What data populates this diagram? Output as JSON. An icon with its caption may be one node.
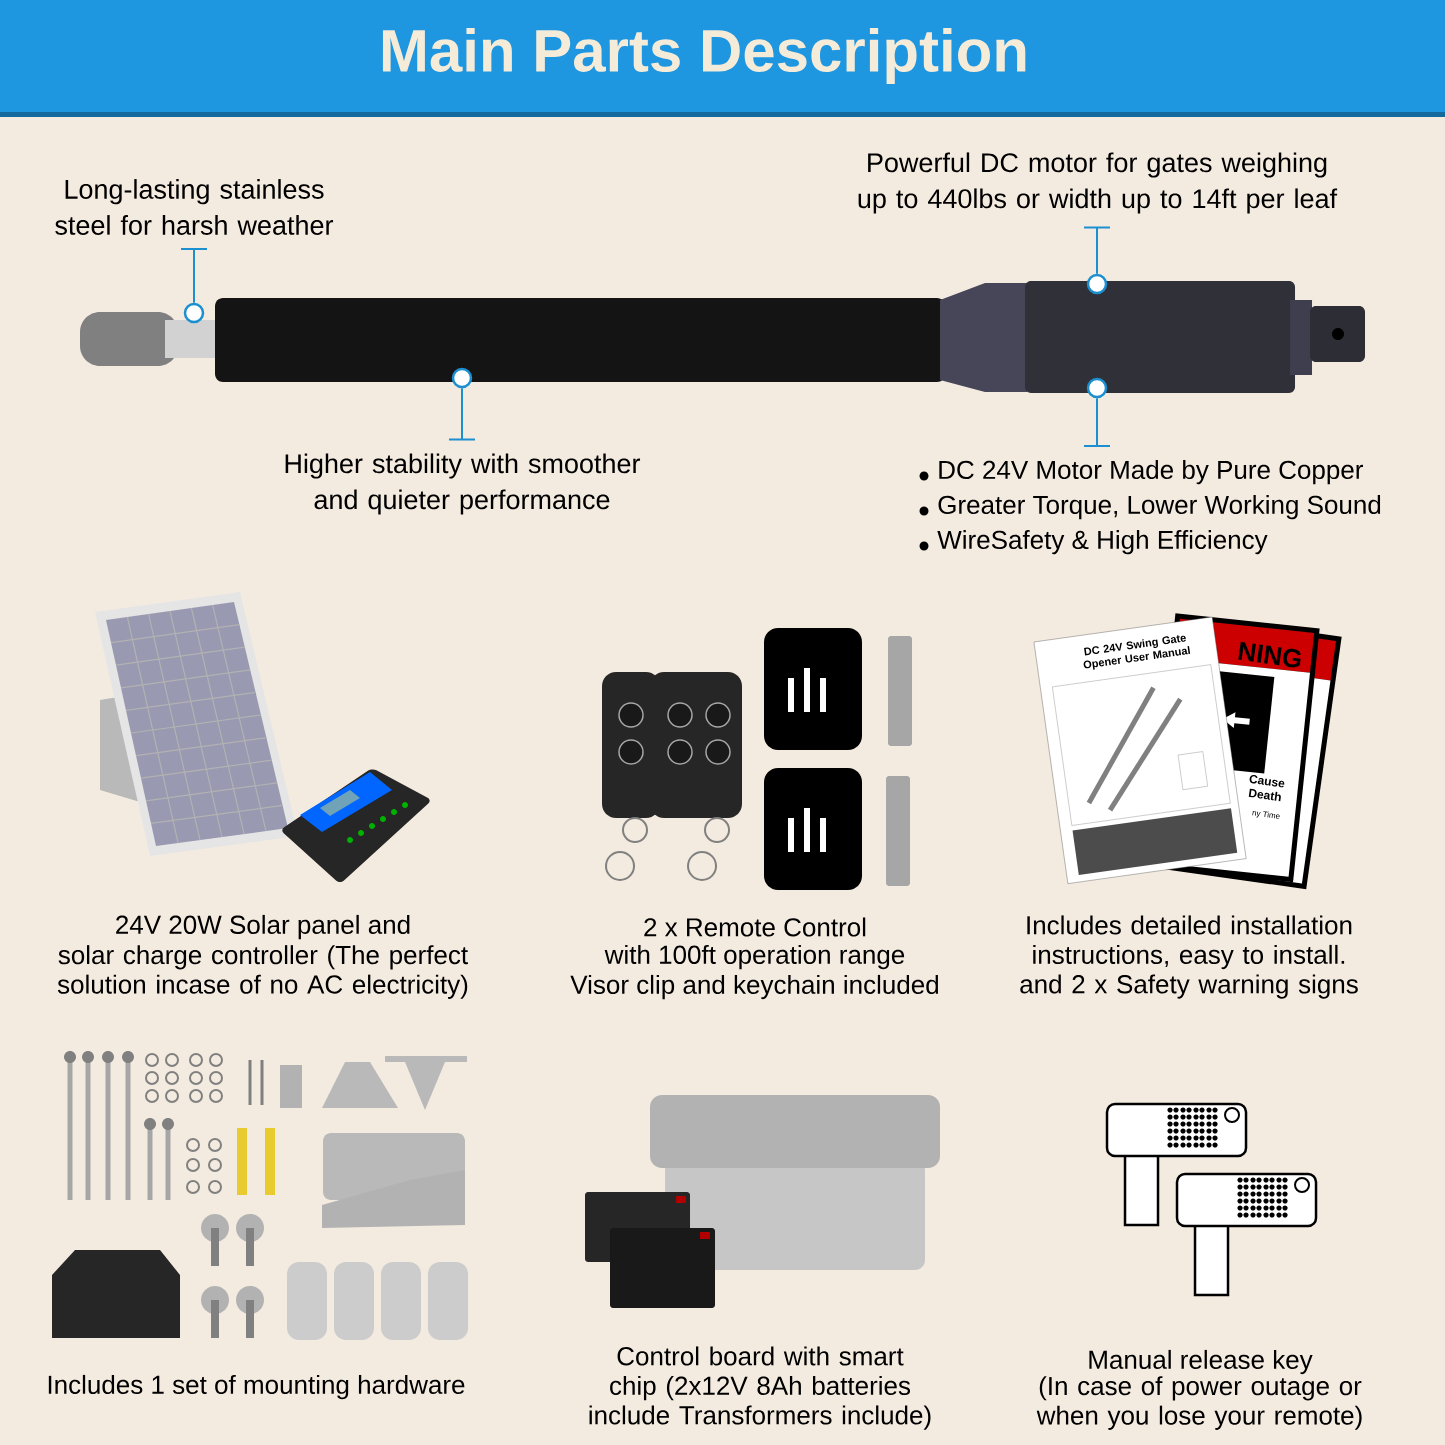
{
  "diagram": {
    "title": "Main Parts Description",
    "nodes": [
      {
        "text": [
          "Long-lasting stainless steel for harsh weather"
        ]
      },
      {
        "text": [],
        "shape": "circle"
      },
      {
        "text": [
          "Powerful DC motor for gates weighing up to 440lbs or width up to 14ft per leaf"
        ]
      },
      {
        "text": [],
        "shape": "circle"
      },
      {
        "text": [],
        "shape": "circle"
      },
      {
        "text": [
          "Higher stability with smoother and quieter performance"
        ]
      },
      {
        "text": [],
        "shape": "circle"
      },
      {
        "text": [
          "DC 24V Motor Made by Pure Copper",
          "Greater Torque, Lower Working Sound",
          "WireSafety & High Efficiency"
        ]
      }
    ],
    "edges": [
      {
        "from": 0,
        "to": 1,
        "arrow": "none"
      },
      {
        "from": 2,
        "to": 3,
        "arrow": "none"
      },
      {
        "from": 5,
        "to": 4,
        "arrow": "none"
      },
      {
        "from": 7,
        "to": 6,
        "arrow": "none"
      }
    ],
    "labels": [
      "DC 24V Swing Gate Opener User Manual",
      "NING",
      "Cause Death",
      "ny Time",
      "24V 20W Solar panel and",
      "solar charge controller (The perfect solution incase of no AC electricity)",
      "2 x Remote Control",
      "with 100ft operation range",
      "Visor clip and keychain included",
      "Includes detailed installation instructions, easy to install. and 2 x Safety warning signs",
      "Includes 1 set of mounting hardware",
      "Control board with smart chip (2x12V 8Ah batteries include Transformers include)",
      "Manual release key",
      "(In case of power outage or when you lose your remote)"
    ]
  }
}
